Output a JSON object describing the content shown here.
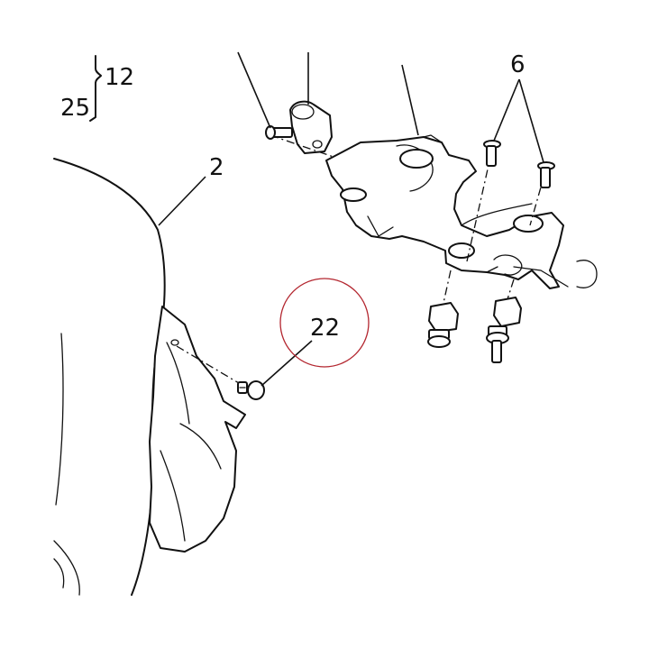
{
  "callouts": {
    "bracket_top": "12",
    "bracket_bottom": "25",
    "housing": "2",
    "screws": "6",
    "highlighted_bolt": "22"
  },
  "highlight": {
    "color": "#b3262f"
  }
}
